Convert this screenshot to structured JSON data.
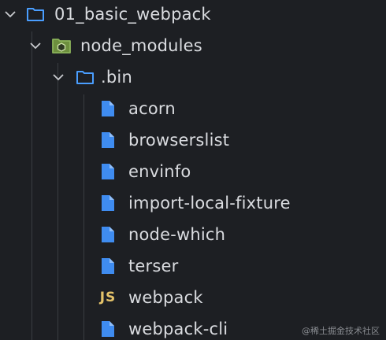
{
  "tree": {
    "root": {
      "label": "01_basic_webpack",
      "icon": "folder-icon",
      "expanded": true
    },
    "node_modules": {
      "label": "node_modules",
      "icon": "node-modules-folder-icon",
      "expanded": true
    },
    "bin": {
      "label": ".bin",
      "icon": "folder-icon",
      "expanded": true
    },
    "files": [
      {
        "label": "acorn",
        "icon": "file-icon"
      },
      {
        "label": "browserslist",
        "icon": "file-icon"
      },
      {
        "label": "envinfo",
        "icon": "file-icon"
      },
      {
        "label": "import-local-fixture",
        "icon": "file-icon"
      },
      {
        "label": "node-which",
        "icon": "file-icon"
      },
      {
        "label": "terser",
        "icon": "file-icon"
      },
      {
        "label": "webpack",
        "icon": "js-file-icon",
        "badge": "JS"
      },
      {
        "label": "webpack-cli",
        "icon": "file-icon"
      }
    ]
  },
  "watermark": "@稀土掘金技术社区",
  "colors": {
    "background": "#1d1f23",
    "text": "#dadce0",
    "folder": "#4a9eff",
    "file": "#3f8cf0",
    "js": "#e5c36a",
    "node_modules_folder": "#8bb35a"
  }
}
